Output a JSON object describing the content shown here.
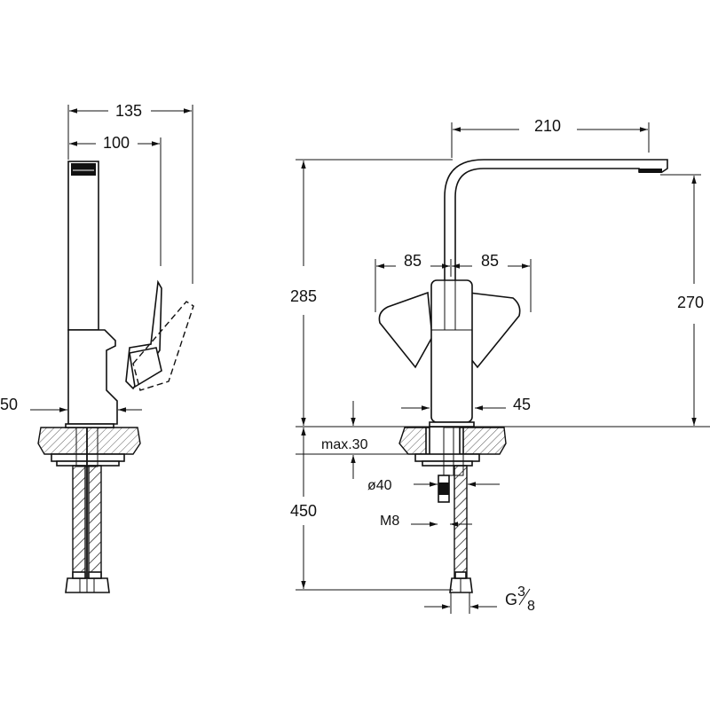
{
  "dimensions": {
    "side_width_total": "135",
    "side_width_body": "100",
    "side_base": "50",
    "spout_reach": "210",
    "handle_left": "85",
    "handle_right": "85",
    "height_total": "285",
    "height_outlet": "270",
    "base_dia": "45",
    "deck_thickness": "max.30",
    "hole_dia": "ø40",
    "depth_below": "450",
    "stud_thread": "M8",
    "connection_main": "G",
    "connection_num": "3",
    "connection_den": "8"
  },
  "colors": {
    "line": "#111111",
    "background": "#ffffff"
  }
}
